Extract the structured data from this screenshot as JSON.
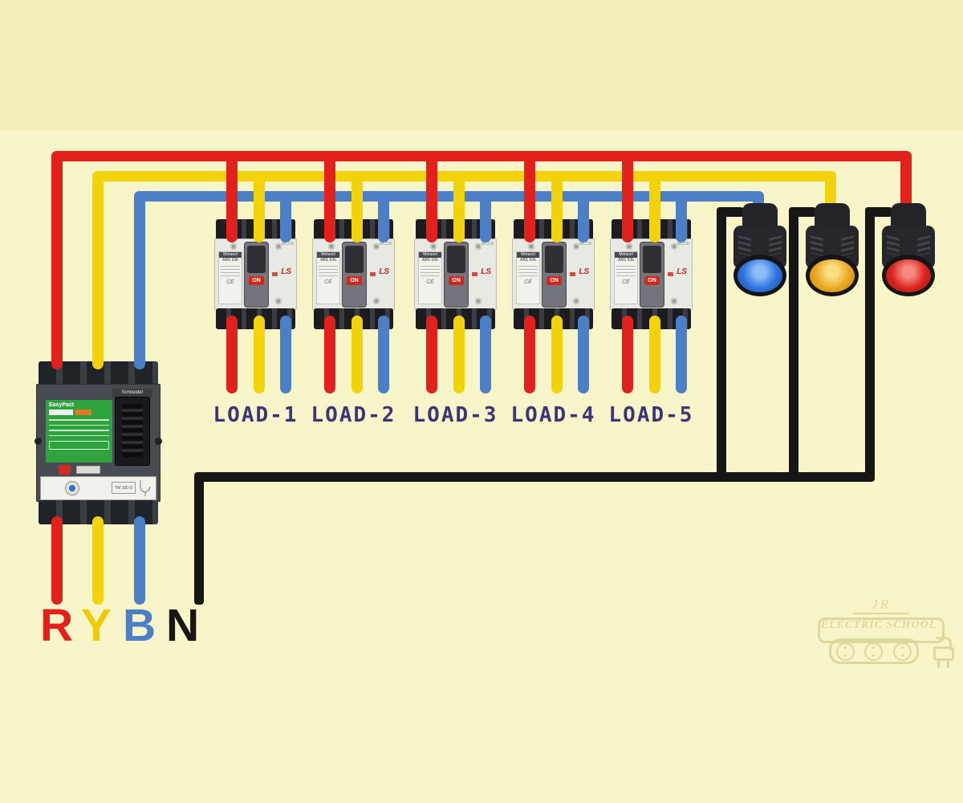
{
  "diagram": {
    "title_hidden": "",
    "incomer_breaker": {
      "brand": "Schneider",
      "series": "EasyPact",
      "trip_unit_label": "TM 100 D",
      "body_color": "#474c52",
      "label_color": "#2fa43e"
    },
    "branch_breakers": {
      "brand": "LS",
      "series": "Metasol",
      "model": "ABS 53b",
      "switch_state": "ON",
      "type_label": "MCCB",
      "ce_mark": "CE",
      "loads": [
        {
          "label": "LOAD-1"
        },
        {
          "label": "LOAD-2"
        },
        {
          "label": "LOAD-3"
        },
        {
          "label": "LOAD-4"
        },
        {
          "label": "LOAD-5"
        }
      ]
    },
    "phase_markers": [
      {
        "letter": "R",
        "color": "#e2211c"
      },
      {
        "letter": "Y",
        "color": "#eecb04"
      },
      {
        "letter": "B",
        "color": "#4b80c8"
      },
      {
        "letter": "N",
        "color": "#161616"
      }
    ],
    "indicator_lamps": [
      {
        "name": "blue-pilot-lamp",
        "lens_color": "#2e74dd"
      },
      {
        "name": "yellow-pilot-lamp",
        "lens_color": "#e9a922"
      },
      {
        "name": "red-pilot-lamp",
        "lens_color": "#da251f"
      }
    ],
    "wire_colors": {
      "red_phase": "#e2211c",
      "yellow_phase": "#f2d309",
      "blue_phase": "#4b80c8",
      "neutral": "#161616"
    },
    "watermark": {
      "monogram": "JR",
      "title": "ELECTRIC SCHOOL"
    }
  }
}
